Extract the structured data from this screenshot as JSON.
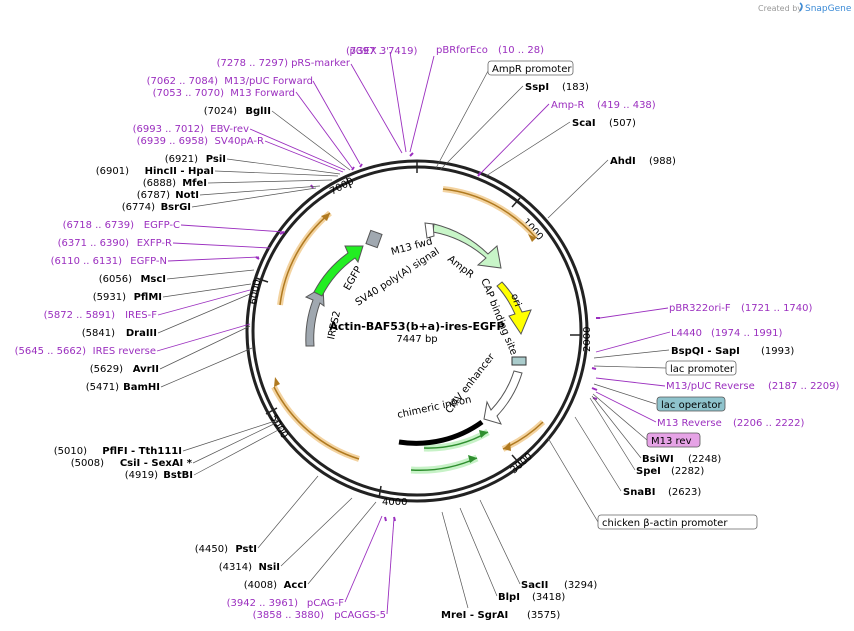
{
  "watermark": {
    "created_by": "Created by",
    "brand": "SnapGene"
  },
  "plasmid": {
    "name": "Actin-BAF53(b+a)-ires-EGFP",
    "length": "7447 bp"
  },
  "colors": {
    "primer": "#9b2fbf",
    "ampr_promoter": "#e8a33a",
    "ampr": "#c8f5c8",
    "ori": "#ffff00",
    "egfp": "#22ee22",
    "ires": "#a0a8b0",
    "cmv": "#ffffff",
    "intron": "#000000",
    "lac_operator": "#8fc3cc",
    "m13rev": "#e6a3e6"
  },
  "ticks": [
    "1000",
    "2000",
    "3000",
    "4000",
    "5000",
    "6000",
    "7000"
  ],
  "features": [
    {
      "label": "AmpR"
    },
    {
      "label": "ori"
    },
    {
      "label": "CAP binding site"
    },
    {
      "label": "CMV enhancer"
    },
    {
      "label": "chimeric intron"
    },
    {
      "label": "IRES2"
    },
    {
      "label": "EGFP"
    },
    {
      "label": "SV40 poly(A) signal"
    },
    {
      "label": "M13 fwd"
    }
  ],
  "labels_right": [
    {
      "kind": "primer",
      "name": "pBRforEco",
      "pos": "(10 .. 28)"
    },
    {
      "kind": "box",
      "name": "AmpR promoter"
    },
    {
      "kind": "enzyme",
      "name": "SspI",
      "pos": "(183)"
    },
    {
      "kind": "primer",
      "name": "Amp-R",
      "pos": "(419 .. 438)"
    },
    {
      "kind": "enzyme",
      "name": "ScaI",
      "pos": "(507)"
    },
    {
      "kind": "enzyme",
      "name": "AhdI",
      "pos": "(988)"
    },
    {
      "kind": "primer",
      "name": "pBR322ori-F",
      "pos": "(1721 .. 1740)"
    },
    {
      "kind": "primer",
      "name": "L4440",
      "pos": "(1974 .. 1991)"
    },
    {
      "kind": "enzyme",
      "name": "BspQI  - SapI",
      "pos": "(1993)"
    },
    {
      "kind": "box",
      "name": "lac promoter"
    },
    {
      "kind": "primer",
      "name": "M13/pUC Reverse",
      "pos": "(2187 .. 2209)"
    },
    {
      "kind": "box",
      "name": "lac operator"
    },
    {
      "kind": "primer",
      "name": "M13 Reverse",
      "pos": "(2206 .. 2222)"
    },
    {
      "kind": "box",
      "name": "M13 rev"
    },
    {
      "kind": "enzyme",
      "name": "BsiWI",
      "pos": "(2248)"
    },
    {
      "kind": "enzyme",
      "name": "SpeI",
      "pos": "(2282)"
    },
    {
      "kind": "enzyme",
      "name": "SnaBI",
      "pos": "(2623)"
    },
    {
      "kind": "box",
      "name": "chicken β-actin promoter"
    },
    {
      "kind": "enzyme",
      "name": "SacII",
      "pos": "(3294)"
    },
    {
      "kind": "enzyme",
      "name": "BlpI",
      "pos": "(3418)"
    },
    {
      "kind": "enzyme",
      "name": "MreI  - SgrAI",
      "pos": "(3575)"
    }
  ],
  "labels_left": [
    {
      "kind": "primer",
      "name": "pGEX 3'",
      "pos": "(7397 .. 7419)"
    },
    {
      "kind": "primer",
      "name": "pRS-marker",
      "pos": "(7278 .. 7297)"
    },
    {
      "kind": "primer",
      "name": "M13/pUC Forward",
      "pos": "(7062 .. 7084)"
    },
    {
      "kind": "primer",
      "name": "M13 Forward",
      "pos": "(7053 .. 7070)"
    },
    {
      "kind": "enzyme",
      "name": "BglII",
      "pos": "(7024)"
    },
    {
      "kind": "primer",
      "name": "EBV-rev",
      "pos": "(6993 .. 7012)"
    },
    {
      "kind": "primer",
      "name": "SV40pA-R",
      "pos": "(6939 .. 6958)"
    },
    {
      "kind": "enzyme",
      "name": "PsiI",
      "pos": "(6921)"
    },
    {
      "kind": "enzyme",
      "name": "HincII  - HpaI",
      "pos": "(6901)"
    },
    {
      "kind": "enzyme",
      "name": "MfeI",
      "pos": "(6888)"
    },
    {
      "kind": "enzyme",
      "name": "NotI",
      "pos": "(6787)"
    },
    {
      "kind": "enzyme",
      "name": "BsrGI",
      "pos": "(6774)"
    },
    {
      "kind": "primer",
      "name": "EGFP-C",
      "pos": "(6718 .. 6739)"
    },
    {
      "kind": "primer",
      "name": "EXFP-R",
      "pos": "(6371 .. 6390)"
    },
    {
      "kind": "primer",
      "name": "EGFP-N",
      "pos": "(6110 .. 6131)"
    },
    {
      "kind": "enzyme",
      "name": "MscI",
      "pos": "(6056)"
    },
    {
      "kind": "enzyme",
      "name": "PflMI",
      "pos": "(5931)"
    },
    {
      "kind": "primer",
      "name": "IRES-F",
      "pos": "(5872 .. 5891)"
    },
    {
      "kind": "enzyme",
      "name": "DraIII",
      "pos": "(5841)"
    },
    {
      "kind": "primer",
      "name": "IRES reverse",
      "pos": "(5645 .. 5662)"
    },
    {
      "kind": "enzyme",
      "name": "AvrII",
      "pos": "(5629)"
    },
    {
      "kind": "enzyme",
      "name": "BamHI",
      "pos": "(5471)"
    },
    {
      "kind": "enzyme",
      "name": "PflFI  - Tth111I",
      "pos": "(5010)"
    },
    {
      "kind": "enzyme",
      "name": "CsiI  - SexAI *",
      "pos": "(5008)"
    },
    {
      "kind": "enzyme",
      "name": "BstBI",
      "pos": "(4919)"
    },
    {
      "kind": "enzyme",
      "name": "PstI",
      "pos": "(4450)"
    },
    {
      "kind": "enzyme",
      "name": "NsiI",
      "pos": "(4314)"
    },
    {
      "kind": "enzyme",
      "name": "AccI",
      "pos": "(4008)"
    },
    {
      "kind": "primer",
      "name": "pCAG-F",
      "pos": "(3942 .. 3961)"
    },
    {
      "kind": "primer",
      "name": "pCAGGS-5",
      "pos": "(3858 .. 3880)"
    }
  ]
}
